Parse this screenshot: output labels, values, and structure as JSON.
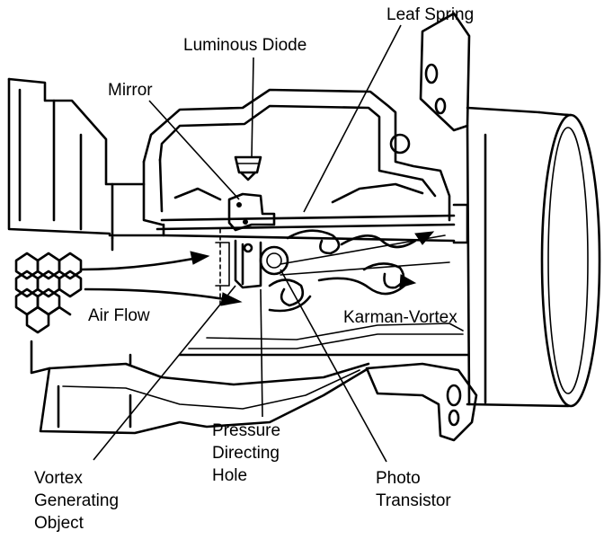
{
  "labels": {
    "leaf_spring": "Leaf Spring",
    "luminous_diode": "Luminous Diode",
    "mirror": "Mirror",
    "air_flow": "Air Flow",
    "karman_vortex": "Karman-Vortex",
    "pressure_directing_hole": [
      "Pressure",
      "Directing",
      "Hole"
    ],
    "vortex_generating_object": [
      "Vortex",
      "Generating",
      "Object"
    ],
    "photo_transistor": [
      "Photo",
      "Transistor"
    ]
  },
  "colors": {
    "ink": "#000000",
    "paper": "#ffffff"
  }
}
